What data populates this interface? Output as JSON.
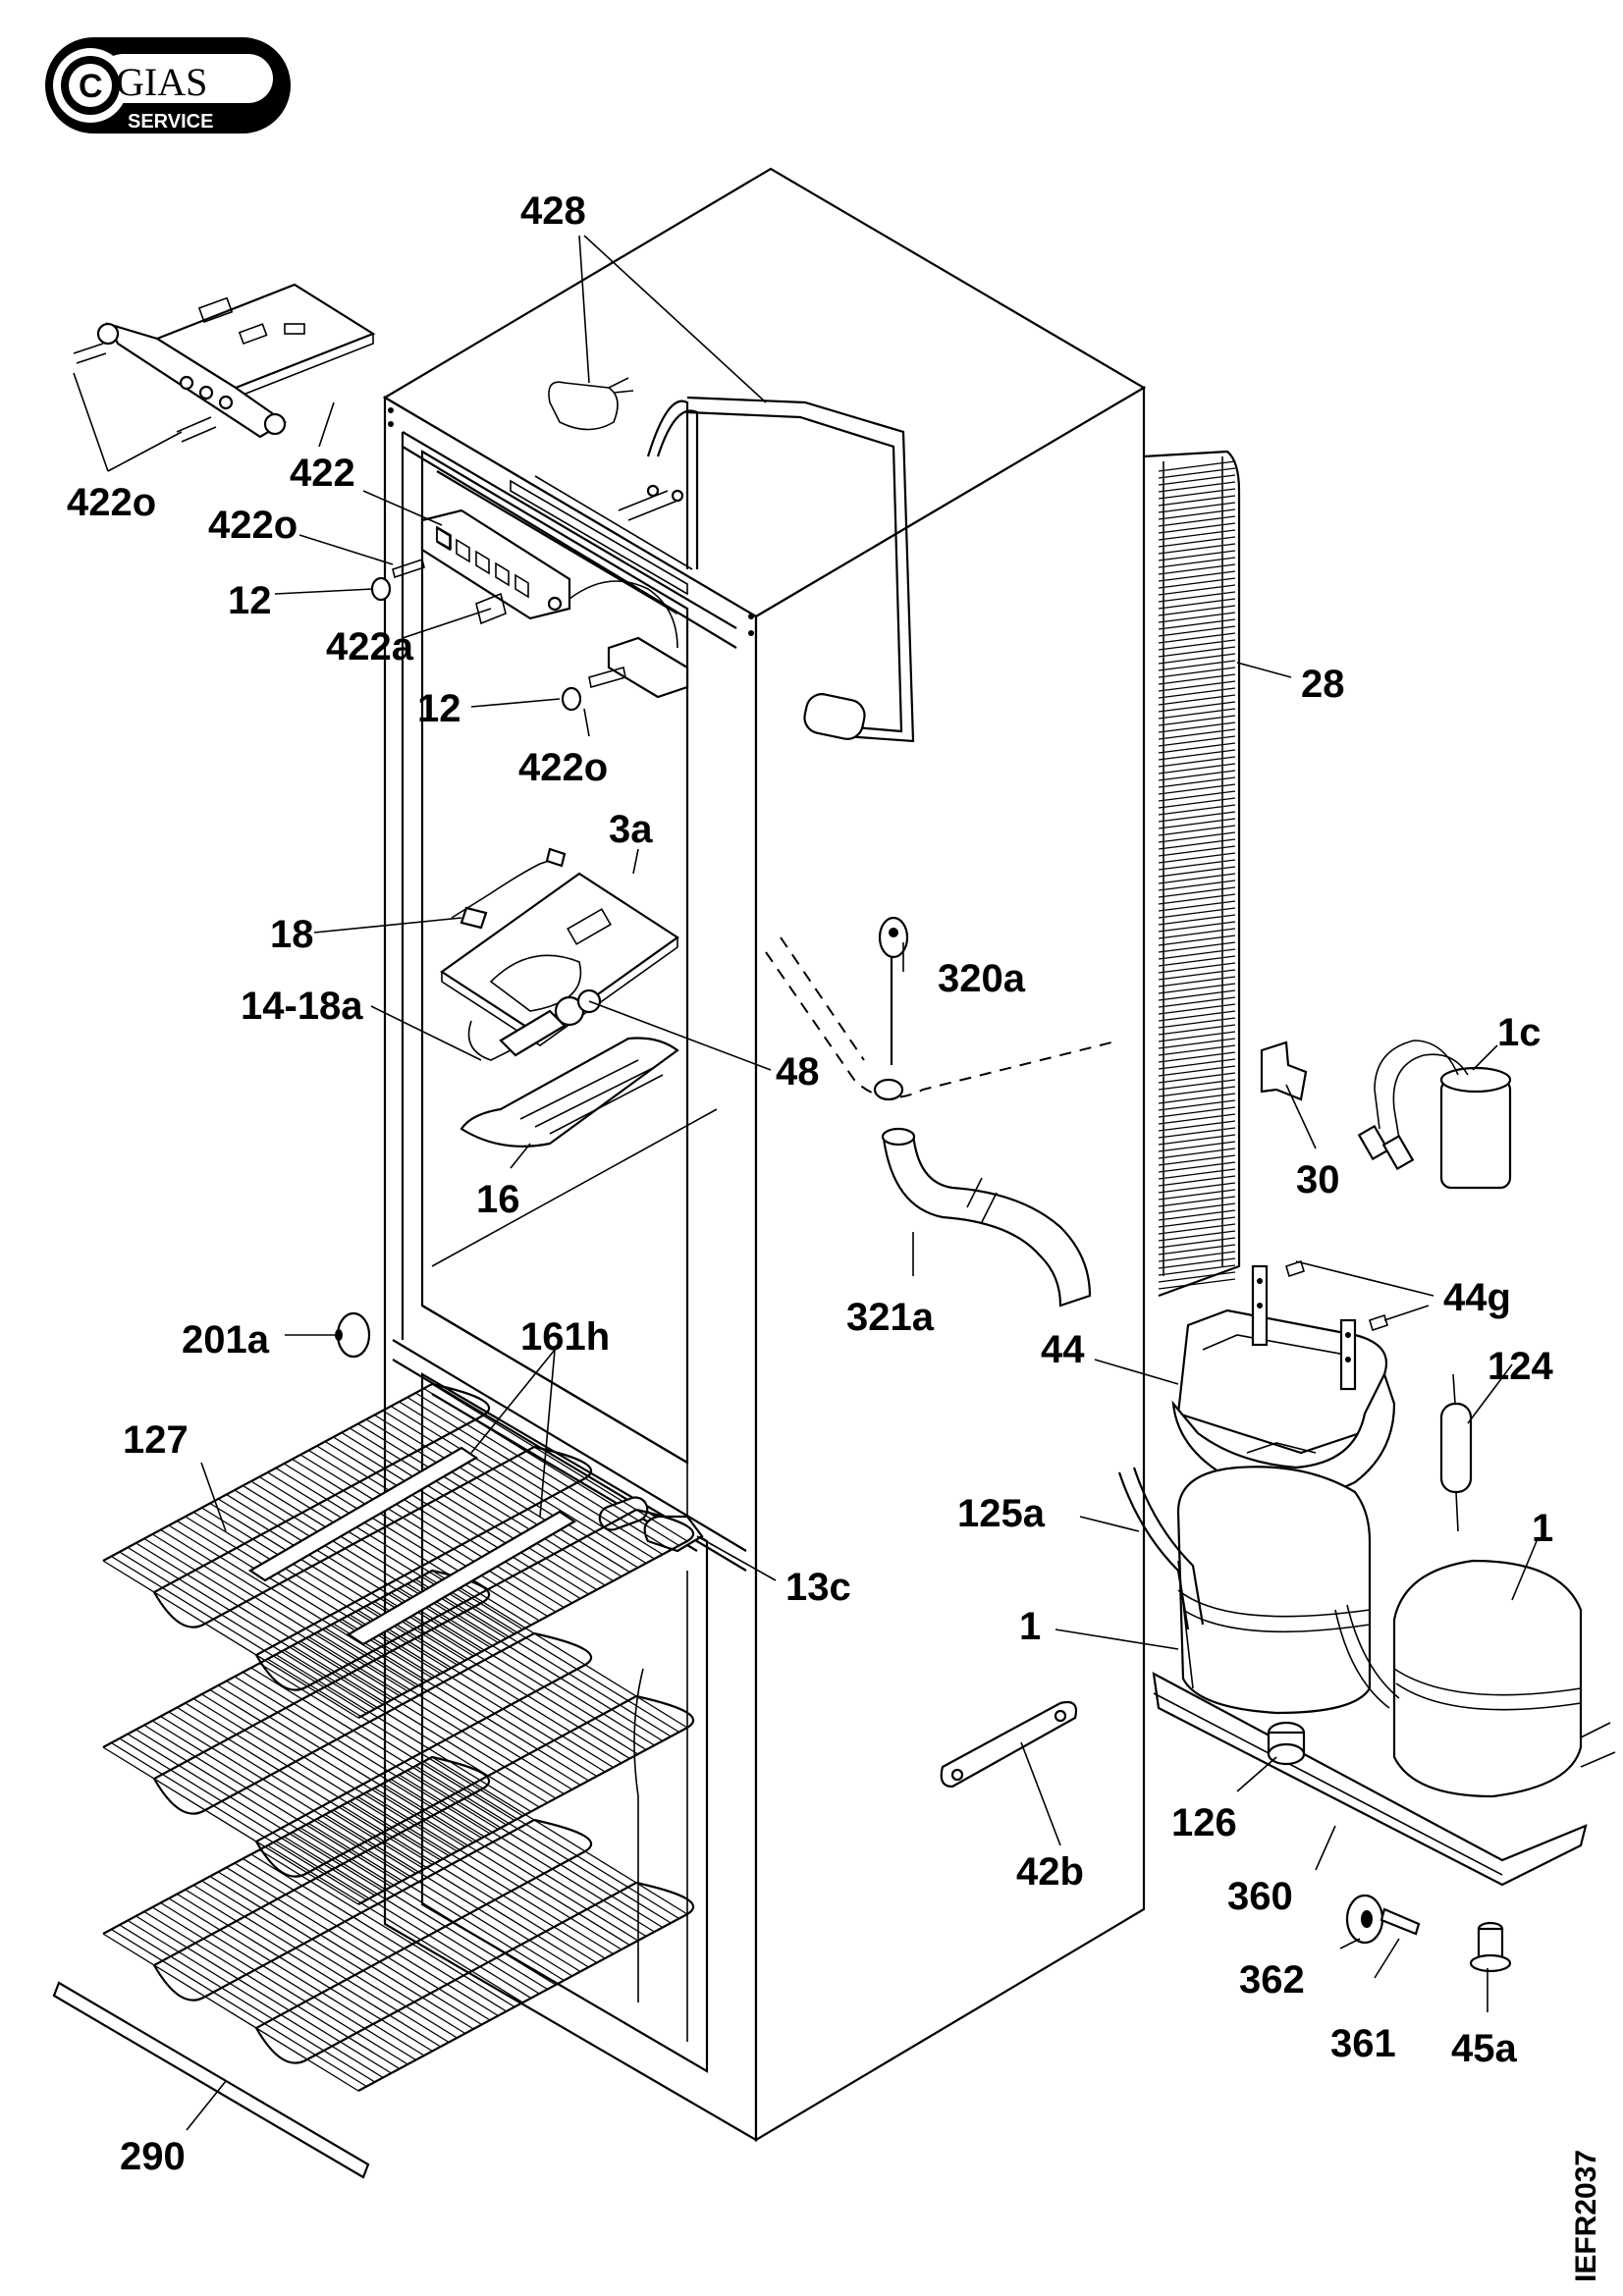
{
  "logo": {
    "brand": "GIAS",
    "sub": "SERVICE",
    "mark": "C"
  },
  "drawing_code": "IEFR2037",
  "callouts": [
    {
      "id": "c428",
      "text": "428"
    },
    {
      "id": "c422o_a",
      "text": "422o"
    },
    {
      "id": "c422",
      "text": "422"
    },
    {
      "id": "c422o_b",
      "text": "422o"
    },
    {
      "id": "c12_a",
      "text": "12"
    },
    {
      "id": "c422a",
      "text": "422a"
    },
    {
      "id": "c12_b",
      "text": "12"
    },
    {
      "id": "c422o_c",
      "text": "422o"
    },
    {
      "id": "c28",
      "text": "28"
    },
    {
      "id": "c3a",
      "text": "3a"
    },
    {
      "id": "c18",
      "text": "18"
    },
    {
      "id": "c320a",
      "text": "320a"
    },
    {
      "id": "c14_18a",
      "text": "14-18a"
    },
    {
      "id": "c48",
      "text": "48"
    },
    {
      "id": "c1c",
      "text": "1c"
    },
    {
      "id": "c30",
      "text": "30"
    },
    {
      "id": "c16",
      "text": "16"
    },
    {
      "id": "c321a",
      "text": "321a"
    },
    {
      "id": "c44g",
      "text": "44g"
    },
    {
      "id": "c201a",
      "text": "201a"
    },
    {
      "id": "c161h",
      "text": "161h"
    },
    {
      "id": "c44",
      "text": "44"
    },
    {
      "id": "c124",
      "text": "124"
    },
    {
      "id": "c127",
      "text": "127"
    },
    {
      "id": "c125a",
      "text": "125a"
    },
    {
      "id": "c1_a",
      "text": "1"
    },
    {
      "id": "c13c",
      "text": "13c"
    },
    {
      "id": "c1_b",
      "text": "1"
    },
    {
      "id": "c126",
      "text": "126"
    },
    {
      "id": "c42b",
      "text": "42b"
    },
    {
      "id": "c360",
      "text": "360"
    },
    {
      "id": "c362",
      "text": "362"
    },
    {
      "id": "c361",
      "text": "361"
    },
    {
      "id": "c45a",
      "text": "45a"
    },
    {
      "id": "c290",
      "text": "290"
    }
  ]
}
